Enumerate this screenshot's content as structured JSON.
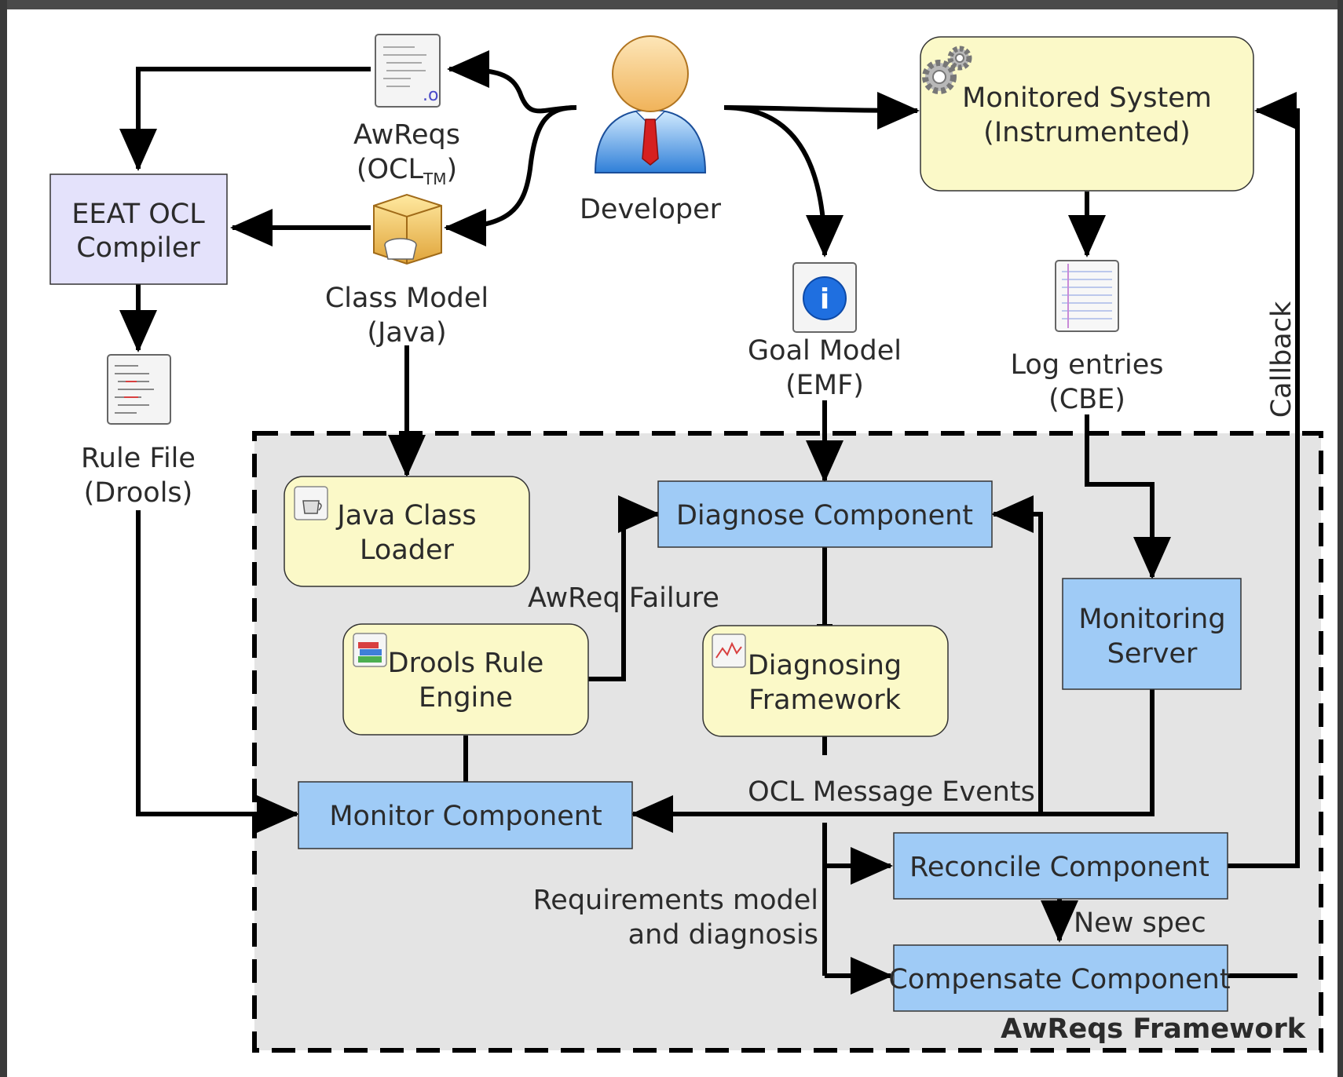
{
  "frame_label": "AwReqs Framework",
  "actor": {
    "label": "Developer",
    "icon": "developer-person-icon"
  },
  "artifacts": {
    "awreqs": {
      "line1": "AwReqs",
      "line2_prefix": "(OCL",
      "line2_sub": "TM",
      "line2_suffix": ")",
      "icon": "source-file-icon"
    },
    "class_model": {
      "line1": "Class Model",
      "line2": "(Java)",
      "icon": "java-package-icon"
    },
    "rule_file": {
      "line1": "Rule File",
      "line2": "(Drools)",
      "icon": "code-file-icon"
    },
    "goal_model": {
      "line1": "Goal Model",
      "line2": "(EMF)",
      "icon": "info-icon"
    },
    "log_entries": {
      "line1": "Log entries",
      "line2": "(CBE)",
      "icon": "log-document-icon"
    }
  },
  "boxes": {
    "eeat": {
      "line1": "EEAT OCL",
      "line2": "Compiler"
    },
    "monitored": {
      "line1": "Monitored System",
      "line2": "(Instrumented)",
      "icon": "gears-icon"
    },
    "java_loader": {
      "line1": "Java Class",
      "line2": "Loader",
      "icon": "java-cup-icon"
    },
    "drools_engine": {
      "line1": "Drools Rule",
      "line2": "Engine",
      "icon": "books-icon"
    },
    "diagnose": {
      "label": "Diagnose Component"
    },
    "diagnosing_fw": {
      "line1": "Diagnosing",
      "line2": "Framework",
      "icon": "chart-icon"
    },
    "monitoring_server": {
      "line1": "Monitoring",
      "line2": "Server"
    },
    "monitor": {
      "label": "Monitor Component"
    },
    "reconcile": {
      "label": "Reconcile Component"
    },
    "compensate": {
      "label": "Compensate Component"
    }
  },
  "edge_labels": {
    "awreq_failure": "AwReq Failure",
    "ocl_events": "OCL Message Events",
    "req_model_1": "Requirements model",
    "req_model_2": "and diagnosis",
    "new_spec": "New spec",
    "callback": "Callback"
  },
  "colors": {
    "blue_box": "#9fcbf6",
    "yellow_box": "#fbf9c8",
    "lavender_box": "#e4e2fb",
    "frame_bg": "#e4e4e4",
    "line": "#000000"
  }
}
